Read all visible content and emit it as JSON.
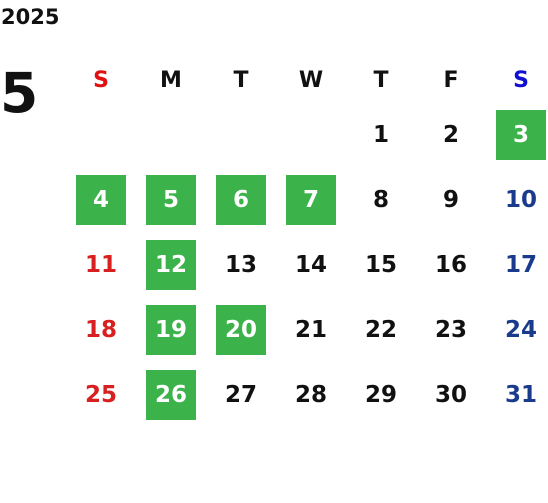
{
  "calendar": {
    "year": "2025",
    "month": "5",
    "weekdays": [
      {
        "label": "S",
        "color": "#e01010"
      },
      {
        "label": "M",
        "color": "#111111"
      },
      {
        "label": "T",
        "color": "#111111"
      },
      {
        "label": "W",
        "color": "#111111"
      },
      {
        "label": "T",
        "color": "#111111"
      },
      {
        "label": "F",
        "color": "#111111"
      },
      {
        "label": "S",
        "color": "#1010d0"
      }
    ],
    "highlight_color": "#3bb24a",
    "weeks": [
      [
        null,
        null,
        null,
        null,
        {
          "day": "1",
          "highlight": false
        },
        {
          "day": "2",
          "highlight": false
        },
        {
          "day": "3",
          "highlight": true
        }
      ],
      [
        {
          "day": "4",
          "highlight": true
        },
        {
          "day": "5",
          "highlight": true
        },
        {
          "day": "6",
          "highlight": true
        },
        {
          "day": "7",
          "highlight": true
        },
        {
          "day": "8",
          "highlight": false
        },
        {
          "day": "9",
          "highlight": false
        },
        {
          "day": "10",
          "highlight": false
        }
      ],
      [
        {
          "day": "11",
          "highlight": false
        },
        {
          "day": "12",
          "highlight": true
        },
        {
          "day": "13",
          "highlight": false
        },
        {
          "day": "14",
          "highlight": false
        },
        {
          "day": "15",
          "highlight": false
        },
        {
          "day": "16",
          "highlight": false
        },
        {
          "day": "17",
          "highlight": false
        }
      ],
      [
        {
          "day": "18",
          "highlight": false
        },
        {
          "day": "19",
          "highlight": true
        },
        {
          "day": "20",
          "highlight": true
        },
        {
          "day": "21",
          "highlight": false
        },
        {
          "day": "22",
          "highlight": false
        },
        {
          "day": "23",
          "highlight": false
        },
        {
          "day": "24",
          "highlight": false
        }
      ],
      [
        {
          "day": "25",
          "highlight": false
        },
        {
          "day": "26",
          "highlight": true
        },
        {
          "day": "27",
          "highlight": false
        },
        {
          "day": "28",
          "highlight": false
        },
        {
          "day": "29",
          "highlight": false
        },
        {
          "day": "30",
          "highlight": false
        },
        {
          "day": "31",
          "highlight": false
        }
      ]
    ]
  }
}
